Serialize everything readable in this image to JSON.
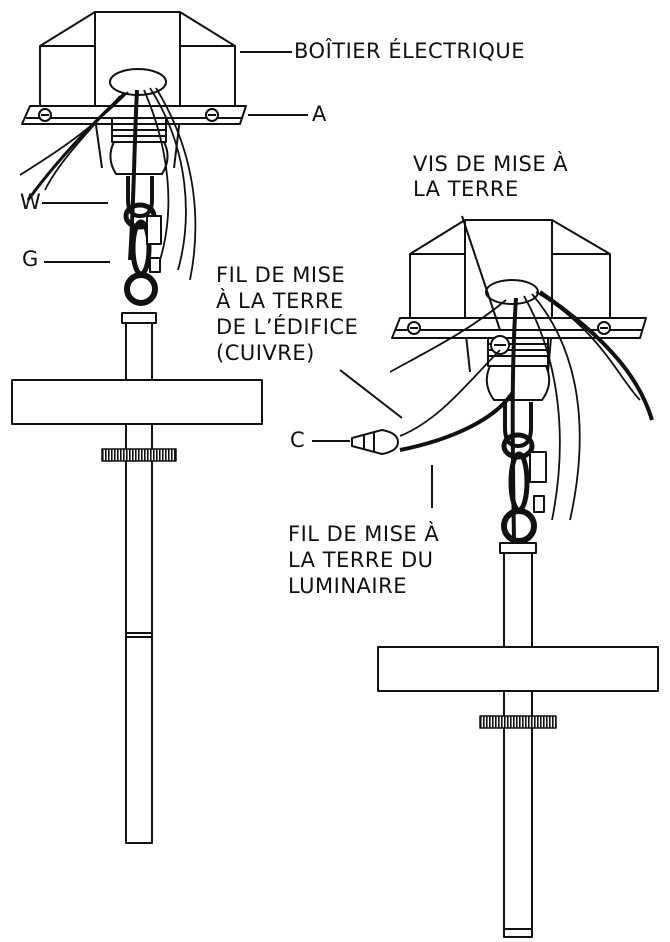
{
  "labels": {
    "boitier": "BOÎTIER ÉLECTRIQUE",
    "a": "A",
    "w": "W",
    "g": "G",
    "c": "C",
    "vis": [
      "VIS DE MISE À",
      "LA TERRE"
    ],
    "fil_edifice": [
      "FIL DE MISE",
      "À LA TERRE",
      "DE L’ÉDIFICE",
      "(CUIVRE)"
    ],
    "fil_luminaire": [
      "FIL DE MISE À",
      "LA TERRE DU",
      "LUMINAIRE"
    ]
  },
  "colors": {
    "ink": "#111111",
    "paper": "#ffffff"
  }
}
